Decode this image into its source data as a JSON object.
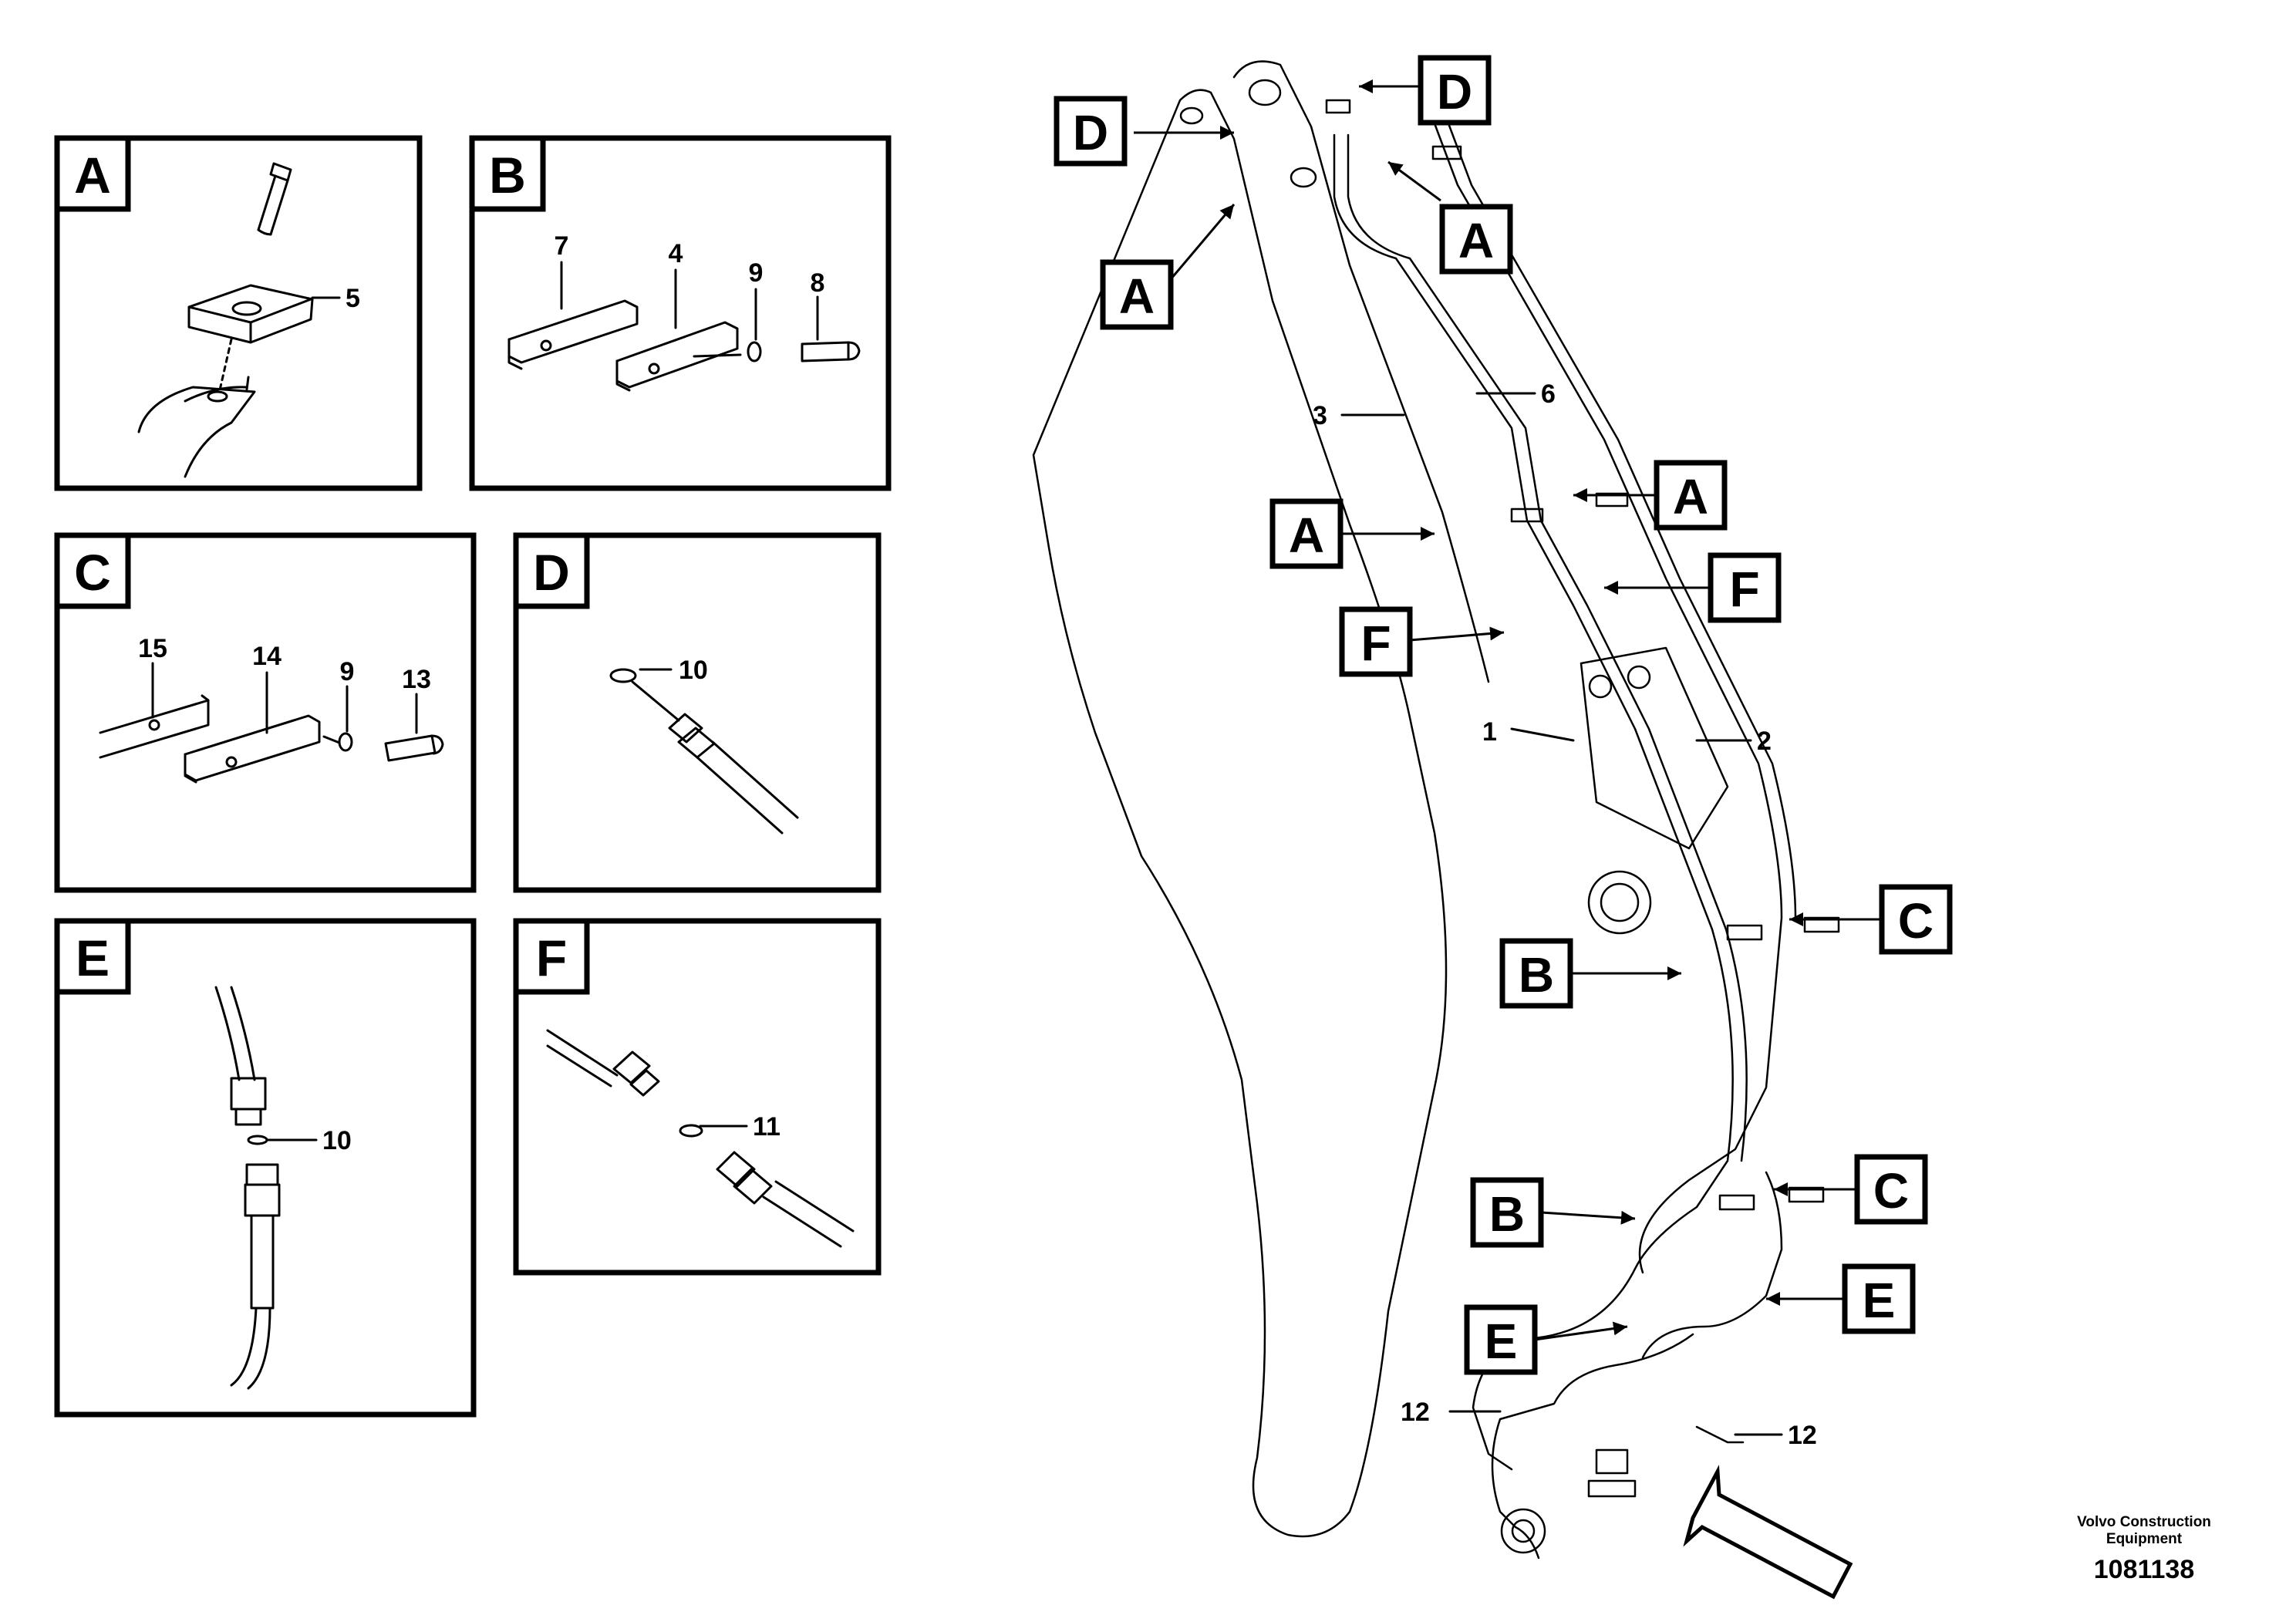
{
  "detail_panels": [
    {
      "id": "A",
      "parts": [
        "5"
      ]
    },
    {
      "id": "B",
      "parts": [
        "7",
        "4",
        "9",
        "8"
      ]
    },
    {
      "id": "C",
      "parts": [
        "15",
        "14",
        "9",
        "13"
      ]
    },
    {
      "id": "D",
      "parts": [
        "10"
      ]
    },
    {
      "id": "E",
      "parts": [
        "10"
      ]
    },
    {
      "id": "F",
      "parts": [
        "11"
      ]
    }
  ],
  "main_callouts": [
    "D",
    "D",
    "A",
    "A",
    "A",
    "A",
    "F",
    "F",
    "C",
    "B",
    "C",
    "B",
    "E",
    "E"
  ],
  "main_parts": [
    "6",
    "3",
    "1",
    "2",
    "12",
    "12"
  ],
  "caption": {
    "line1": "Volvo Construction",
    "line2": "Equipment",
    "doc_number": "1081138"
  },
  "icons": [
    "view-direction-arrow-icon",
    "callout-pointer-icon"
  ]
}
